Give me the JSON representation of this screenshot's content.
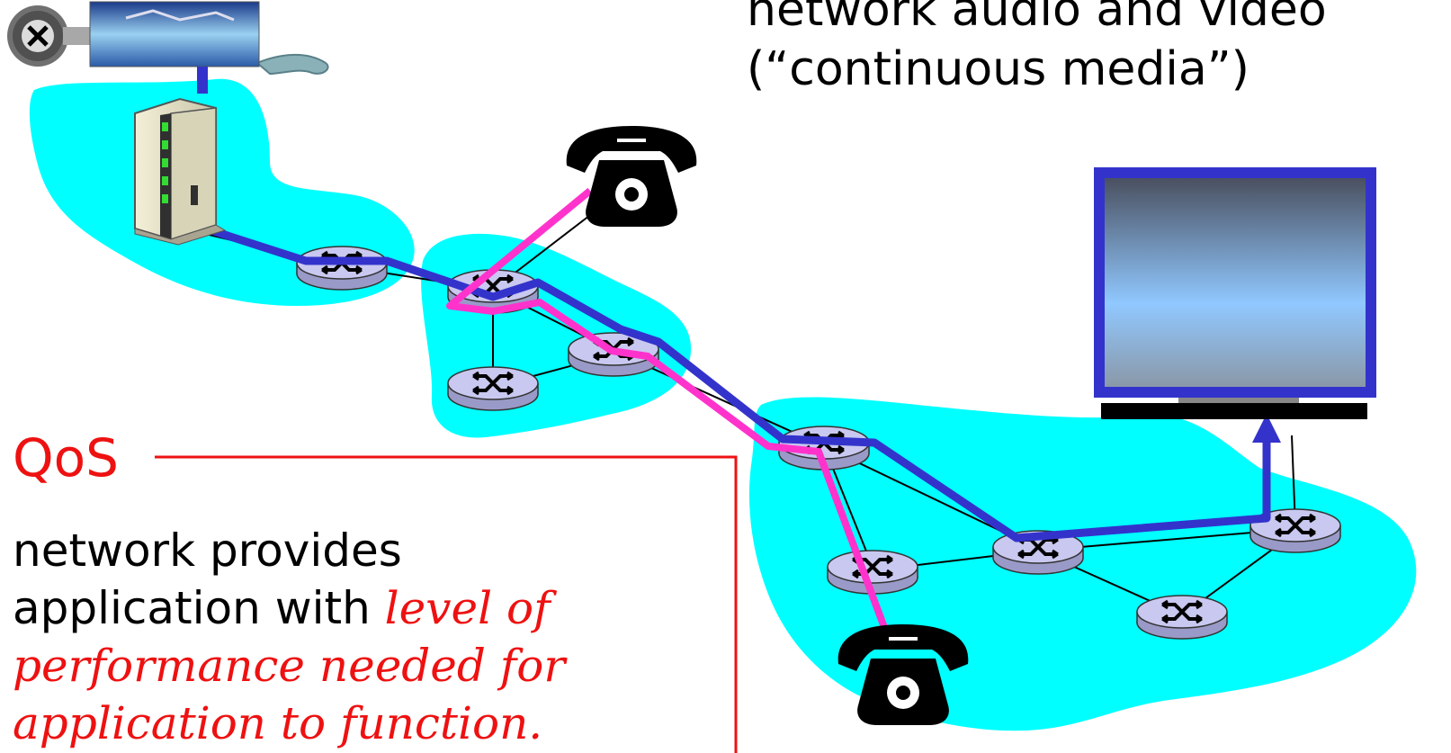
{
  "header": {
    "line1": "network audio and video",
    "line2": "(“continuous media”)"
  },
  "qos": {
    "label": "QoS",
    "text_plain": "network provides",
    "text_plain2": "application with ",
    "text_emph1": "level of",
    "text_emph2": "performance needed for",
    "text_emph3": "application to function."
  },
  "icons": [
    "film-reel-icon",
    "video-server-icon",
    "telephone-icon",
    "telephone-icon",
    "tv-monitor-icon",
    "router-icon"
  ],
  "colors": {
    "network_cloud": "#00ffff",
    "video_path": "#3333cc",
    "audio_path": "#ff33cc",
    "qos_red": "#ee1111",
    "router_fill": "#c8c8f0"
  }
}
